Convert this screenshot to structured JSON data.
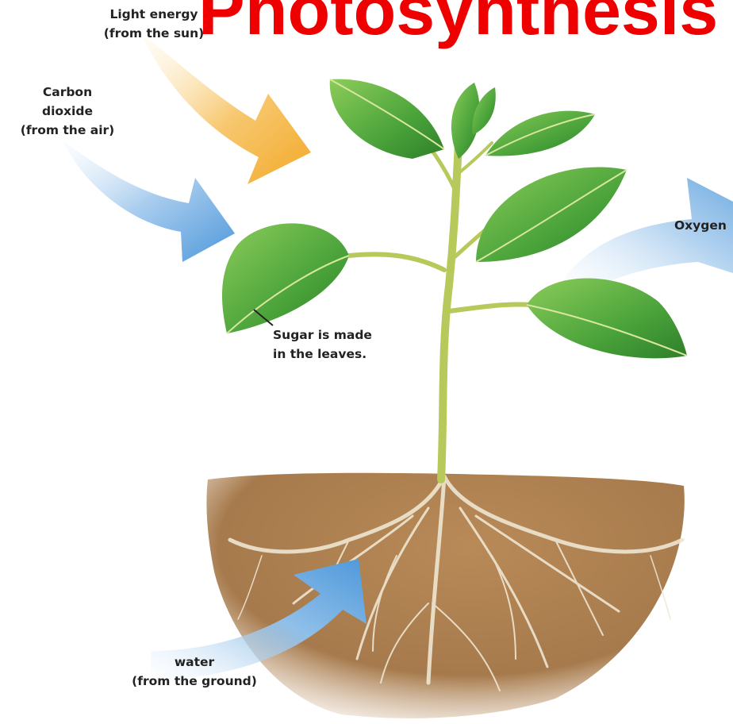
{
  "title": "Photosynthesis",
  "labels": {
    "light": [
      "Light energy",
      "(from the sun)"
    ],
    "carbon": [
      "Carbon",
      "dioxide",
      "(from the air)"
    ],
    "oxygen": "Oxygen",
    "sugar": [
      "Sugar is made",
      "in the leaves."
    ],
    "water": [
      "water",
      "(from the ground)"
    ]
  },
  "colors": {
    "title": "#ee0000",
    "sun_arrow": "#f5b43a",
    "air_arrow": "#5a9fdc",
    "leaf": "#4aa33a",
    "stem": "#b7c95a",
    "soil": "#a8784a"
  }
}
